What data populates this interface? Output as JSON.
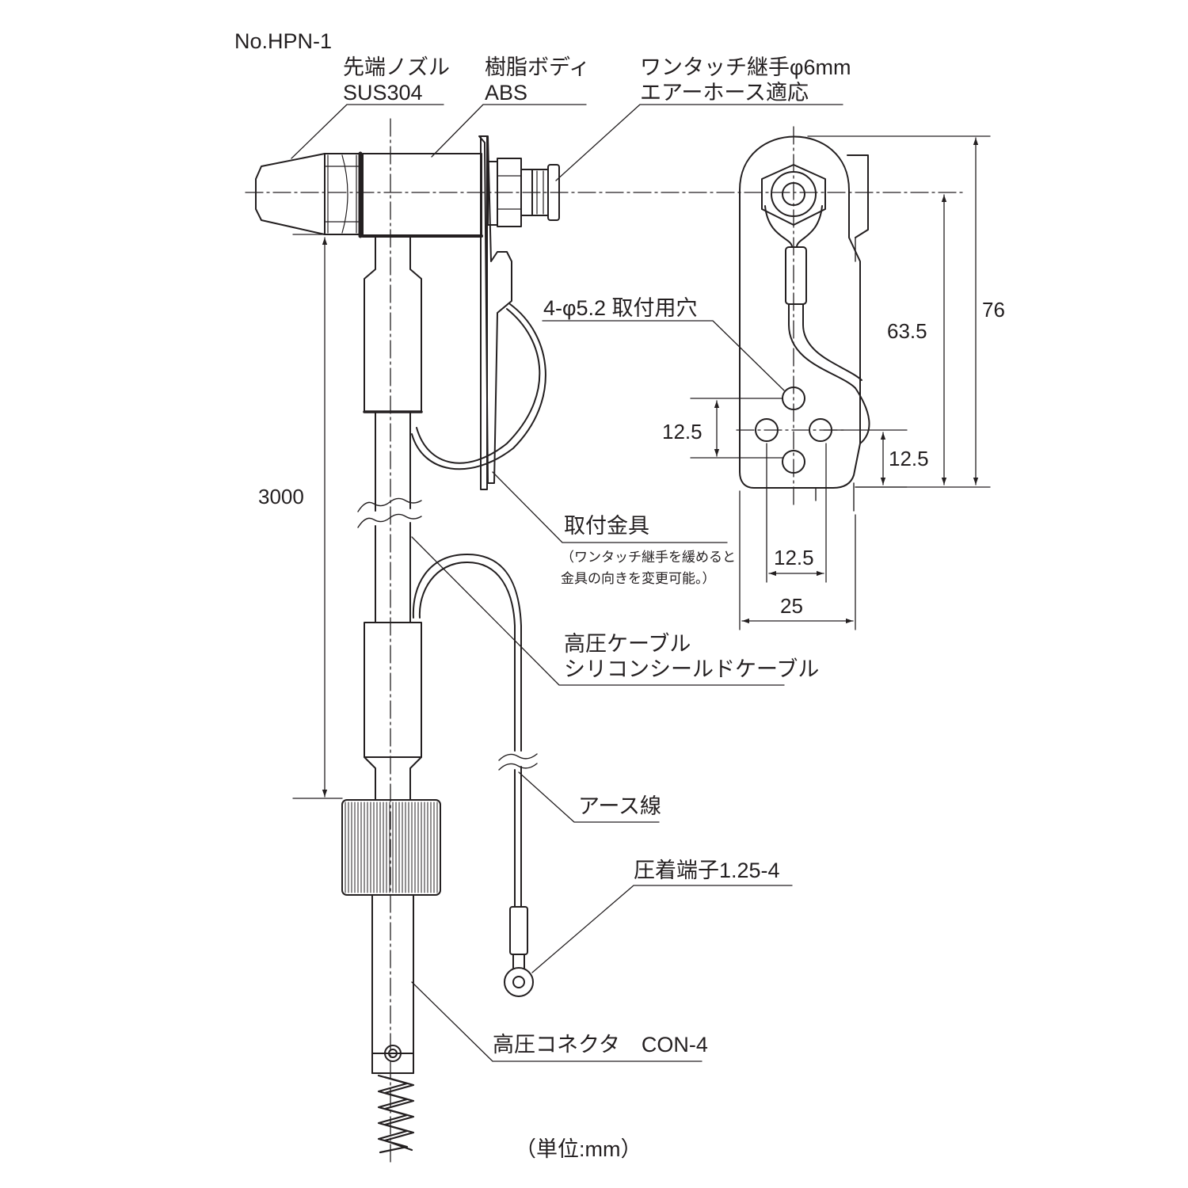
{
  "model": "No.HPN-1",
  "callouts": {
    "nozzle_tip": {
      "name": "先端ノズル",
      "material": "SUS304"
    },
    "resin_body": {
      "name": "樹脂ボディ",
      "material": "ABS"
    },
    "fitting": {
      "line1": "ワンタッチ継手φ6mm",
      "line2": "エアーホース適応"
    },
    "mount_holes": "4-φ5.2 取付用穴",
    "bracket": {
      "name": "取付金具",
      "note1": "（ワンタッチ継手を緩めると",
      "note2": "金具の向きを変更可能。）"
    },
    "hv_cable": {
      "line1": "高圧ケーブル",
      "line2": "シリコンシールドケーブル"
    },
    "ground_wire": "アース線",
    "crimp_terminal": "圧着端子1.25-4",
    "hv_connector": "高圧コネクタ　CON-4"
  },
  "dimensions": {
    "cable_length": "3000",
    "height_total": "76",
    "height_to_center": "63.5",
    "hole_pitch_left": "12.5",
    "hole_pitch_right": "12.5",
    "hole_pitch_bottom": "12.5",
    "width_total": "25"
  },
  "unit_note": "（単位:mm）",
  "colors": {
    "line": "#231f20",
    "background": "#ffffff"
  }
}
